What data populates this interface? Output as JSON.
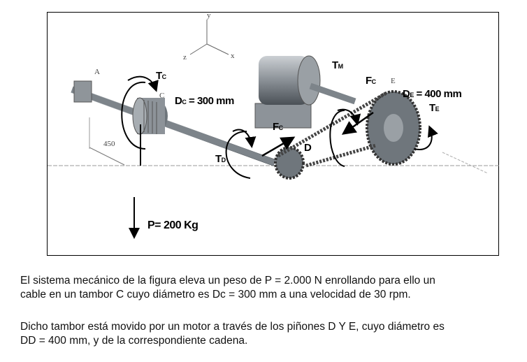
{
  "figure": {
    "axes": {
      "y": "y",
      "x": "x",
      "z": "z"
    },
    "points": {
      "A": "A",
      "C": "C",
      "E": "E",
      "D_small": "D"
    },
    "dimension": "450",
    "labels": {
      "tc": {
        "main": "T",
        "sub": "C"
      },
      "tm": {
        "main": "T",
        "sub": "M"
      },
      "fc1": {
        "main": "F",
        "sub": "C"
      },
      "fc2": {
        "main": "F",
        "sub": "C"
      },
      "td": {
        "main": "T",
        "sub": "D"
      },
      "te": {
        "main": "T",
        "sub": "E"
      },
      "d": "D",
      "dc": {
        "main": "D",
        "sub": "C",
        "rest": " = 300 mm"
      },
      "de": {
        "main": "D",
        "sub": "E",
        "rest": " = 400 mm"
      },
      "p": "P= 200  Kg"
    }
  },
  "text": {
    "p1_l1": "El sistema mecánico de la figura eleva un peso de P = 2.000 N enrollando para ello un",
    "p1_l2": "cable en un tambor C cuyo diámetro es Dc = 300 mm a una velocidad de 30 rpm.",
    "p2_l1": "Dicho tambor está movido por un motor a través de los piñones D Y E, cuyo diámetro es",
    "p2_l2": "DD = 400 mm, y de la correspondiente cadena."
  }
}
